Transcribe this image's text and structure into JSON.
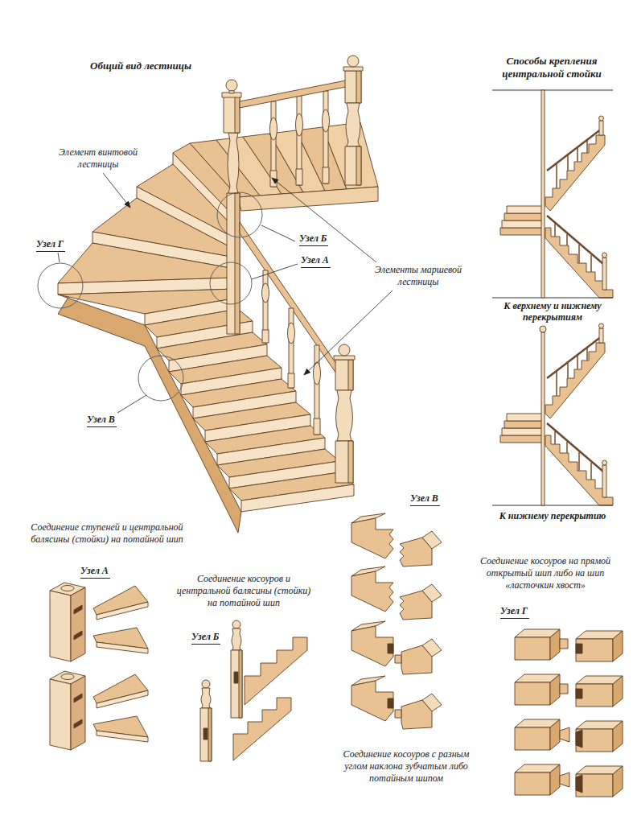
{
  "diagram": {
    "labels": [
      "Общий вид лестницы",
      "Способы крепления центральной стойки",
      "Элемент винтовой лестницы",
      "Узел Г",
      "Узел Б",
      "Узел А",
      "Элементы маршевой лестницы",
      "К верхнему и нижнему перекрытиям",
      "Узел В",
      "К нижнему перекрытию",
      "Соединение ступеней и центральной балясины (стойки) на потайной шип",
      "Узел А",
      "Узел В",
      "Соединение косоуров на прямой открытый шип либо на шип «ласточкин хвост»",
      "Соединение косоуров и центральной балясины (стойки) на потайной шип",
      "Узел Г",
      "Узел Б",
      "Соединение косоуров с разным углом наклона зубчатым либо потайным шипом"
    ]
  }
}
